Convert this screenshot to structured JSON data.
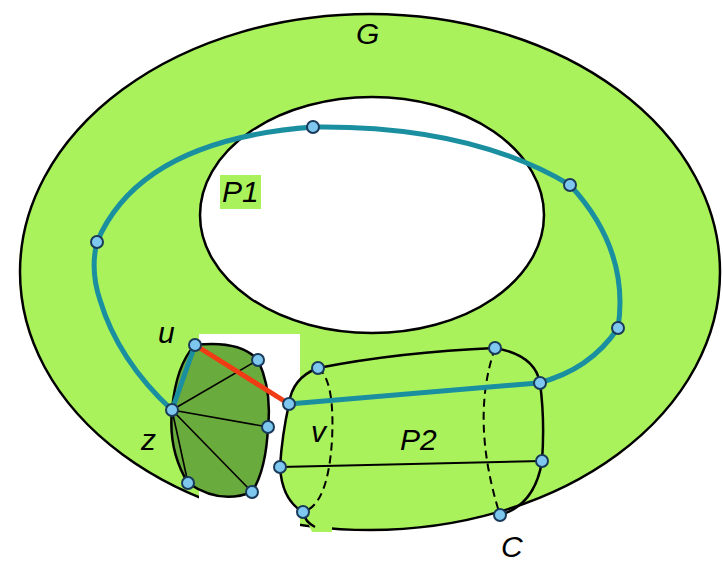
{
  "diagram": {
    "labels": [
      "G",
      "P1",
      "u",
      "z",
      "v",
      "P2",
      "C"
    ]
  }
}
